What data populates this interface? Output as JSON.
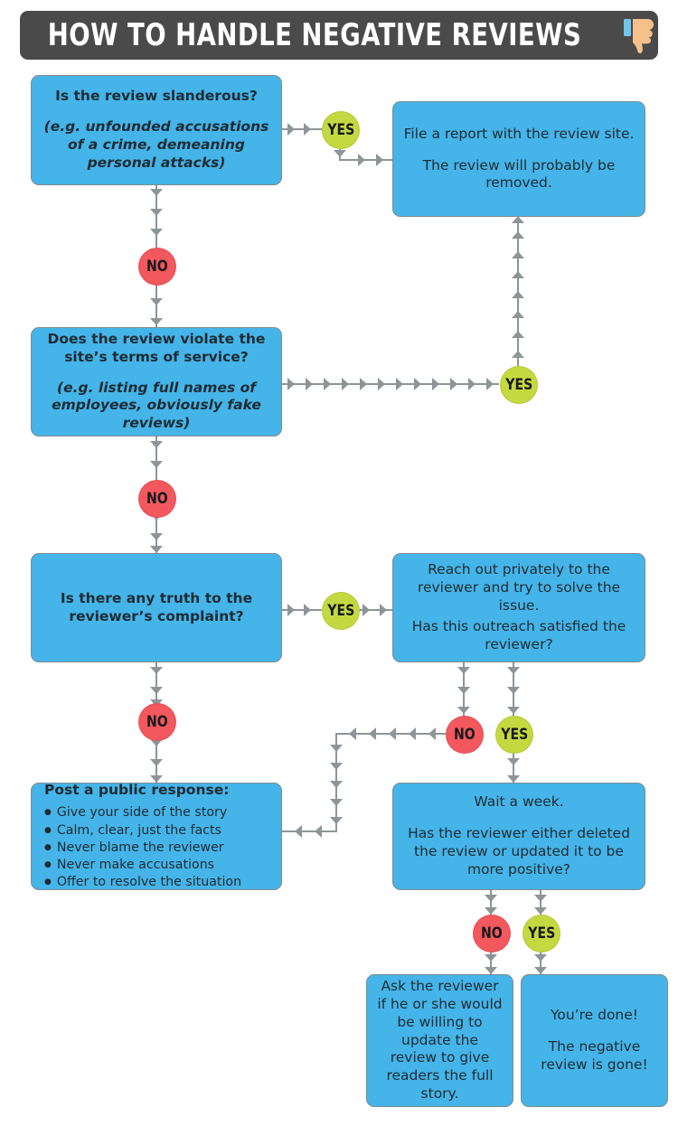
{
  "header": {
    "title": "HOW TO HANDLE NEGATIVE REVIEWS",
    "icon": "thumbs-down-icon"
  },
  "colors": {
    "header_bar": "#4a4a4a",
    "node_blue": "#45b4e8",
    "yes_green": "#c3d93f",
    "no_red": "#f2585e",
    "connector_gray": "#8d9599",
    "text_dark": "#1d2b33",
    "thumb_hand": "#f5c089",
    "thumb_cuff": "#6fc5ec"
  },
  "nodes": {
    "q1": {
      "main": "Is the review slanderous?",
      "sub": "(e.g. unfounded accusations of a crime, demeaning personal attacks)"
    },
    "a1": {
      "line1": "File a report with the review site.",
      "line2": "The review will probably be removed."
    },
    "q2": {
      "main": "Does the review violate the site’s terms of service?",
      "sub": "(e.g. listing full names of employees, obviously fake reviews)"
    },
    "q3": {
      "main": "Is there any truth to the reviewer’s complaint?"
    },
    "a3": {
      "line1": "Reach out privately to the reviewer and try to solve the issue.",
      "line2": "Has this outreach satisfied the reviewer?"
    },
    "response": {
      "title": "Post a public response:",
      "bullets": [
        "Give your side of the story",
        "Calm, clear, just the facts",
        "Never blame the reviewer",
        "Never make accusations",
        "Offer to resolve the situation"
      ]
    },
    "wait": {
      "line1": "Wait a week.",
      "line2": "Has the reviewer either deleted the review or updated it to be more positive?"
    },
    "ask": {
      "line1": "Ask the reviewer if he or she would be willing to update the review to give readers the full story."
    },
    "done": {
      "line1": "You’re done!",
      "line2": "The negative review is gone!"
    }
  },
  "badges": {
    "q1_yes": "YES",
    "q1_no": "NO",
    "q2_yes": "YES",
    "q2_no": "NO",
    "q3_yes": "YES",
    "q3_no": "NO",
    "a3_no": "NO",
    "a3_yes": "YES",
    "wait_no": "NO",
    "wait_yes": "YES"
  }
}
